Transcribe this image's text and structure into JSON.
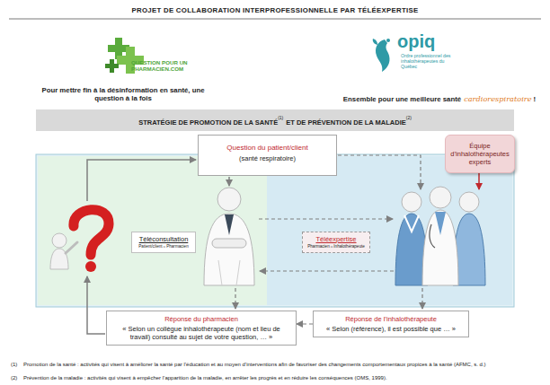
{
  "diagram": {
    "title": "PROJET DE COLLABORATION INTERPROFESSIONNELLE PAR TÉLÉEXPERTISE",
    "nodes": [
      {
        "text": [
          "STRATÉGIE DE PROMOTION DE LA SANTÉ",
          "(1)",
          "ET DE PRÉVENTION DE LA MALADIE",
          "(2)"
        ]
      },
      {
        "text": [
          "Question du patient/client",
          "(santé respiratoire)"
        ]
      },
      {
        "text": [
          "Équipe d’inhalothérapeutes experts"
        ]
      },
      {
        "text": [
          "Téléconsultation",
          "Patient/client⇔Pharmacien"
        ]
      },
      {
        "text": [
          "Téléexpertise",
          "Pharmacien⇔Inhalothérapeute"
        ]
      },
      {
        "text": [
          "Réponse du pharmacien",
          "« Selon un collègue inhalothérapeute (nom et lieu de travail) consulté au sujet de votre question, … »"
        ]
      },
      {
        "text": [
          "Réponse de l’inhalothérapeute",
          "« Selon (référence), il est possible que … »"
        ]
      }
    ],
    "edges": [
      {
        "from": 6,
        "to": 5,
        "arrow": "to"
      }
    ],
    "labels": [
      "QUESTION POUR UN PHARMACIEN.COM",
      "Pour mettre fin à la désinformation en santé, une question à la fois",
      "opiq",
      "Ordre professionnel des inhalothérapeutes du Québec",
      "Ensemble pour une meilleure santé",
      "cardiorespiratoire",
      "!",
      "(1)",
      "Promotion de la santé : activités qui visent à améliorer la santé par l’éducation et au moyen d’interventions afin de favoriser des changements comportementaux propices à la santé (AFMC, s. d.)",
      "(2)",
      "Prévention de la maladie : activités qui visent à empêcher l’apparition de la maladie, en arrêter les progrès et en réduire les conséquences (OMS, 1999)."
    ]
  }
}
